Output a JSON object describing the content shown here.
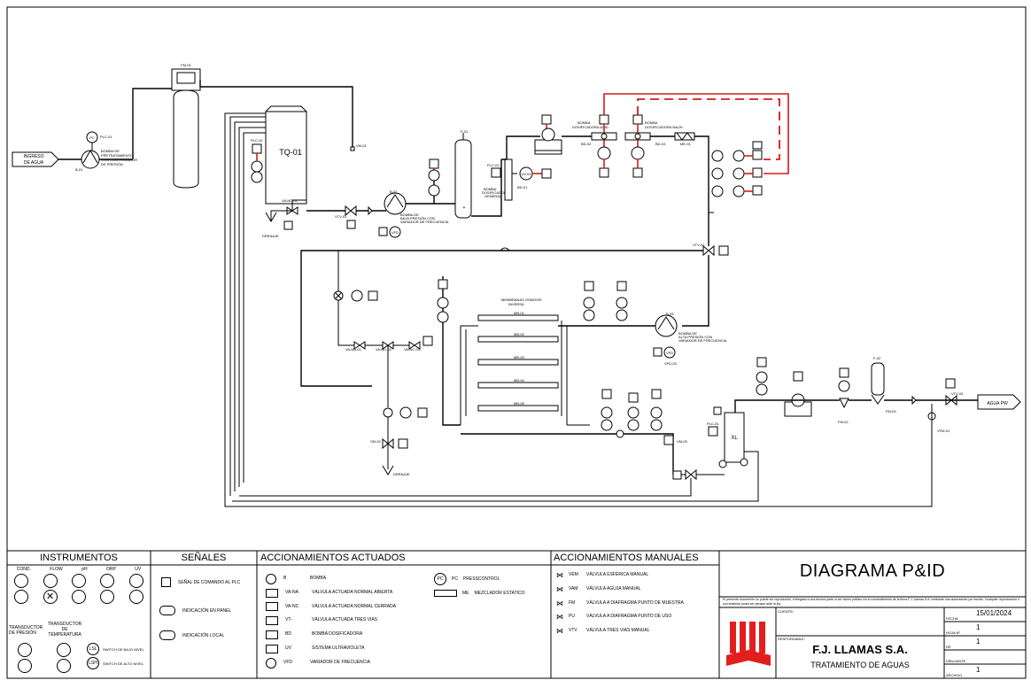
{
  "diagram": {
    "title": "DIAGRAMA P&ID",
    "inlet_label": [
      "INGRESO",
      "DE AGUA"
    ],
    "outlet_label": "AGUA PW",
    "tags": {
      "pc01": "PC",
      "pc01_plc": "PLC-01",
      "pump_b01": "B-01",
      "pump_b01_desc": [
        "BOMBA DE",
        "PRETRATAMIENTO",
        "CON CONTROLADOR",
        "DE PRESIÓN"
      ],
      "filter_fm01": "FM-01",
      "tank": "TQ-01",
      "tank_plc": "PLC-01",
      "tank_vm": "VM-01",
      "drain1": "DRENAJE",
      "drain2": "DRENAJE",
      "va_nc01": "VA-NC-01",
      "vtv01": "VTV-01",
      "b02": "B-02",
      "b02_desc": [
        "BOMBA DE",
        "BAJA PRESIÓN CON",
        "VARIADOR DE FRECUENCIA"
      ],
      "vfd": "VFD",
      "filter_f01": "F-01",
      "f01_plc": "PLC-01",
      "bd01": "BD-01",
      "bd01_desc": [
        "BOMBA",
        "DOSIFICADORA",
        "GENERAL"
      ],
      "uv": "UV-01",
      "bd_acid": [
        "BOMBA",
        "DOSIFICADORA ACID"
      ],
      "bd_naoh": [
        "BOMBA",
        "DOSIFICADORA NaOH"
      ],
      "bd02": "BD-02",
      "bd03": "BD-03",
      "me01": "ME-01",
      "vtv02": "VTV-02",
      "vm02": "VM-02",
      "membranes_title": [
        "MEMBRANAS OSMOSIS",
        "INVERSA"
      ],
      "membranes": [
        "MB-01",
        "MB-02",
        "MB-03",
        "MB-04",
        "MB-05"
      ],
      "b03": "B-03",
      "b03_desc": [
        "BOMBA DE",
        "ALTA PRESIÓN CON",
        "VARIADOR DE FRECUENCIA"
      ],
      "vfd03": "VFD-03",
      "va_na": [
        "VA-NA-01",
        "VA-NC-02",
        "VA-NC-03"
      ],
      "xl": "XL",
      "plc": "PLC-01",
      "fm02": "FM-02",
      "fm03": "FM-03",
      "vm04": "VM-04",
      "vtv03": "VTV-03",
      "vfm": "VFM-01",
      "vm03": "VM-03"
    }
  },
  "legend": {
    "instruments": {
      "heading": "INSTRUMENTOS",
      "columns": [
        "COND.",
        "FLOW",
        "pH",
        "ORP",
        "UV"
      ],
      "pressure_transducer": [
        "TRANSDUCTOR",
        "DE PRESIÓN"
      ],
      "temperature_transducer": [
        "TRANSDUCTOR",
        "DE",
        "TEMPERATURA"
      ],
      "low_level": "SWITCH DE BAJO NIVEL",
      "high_level": "SWITCH DE ALTO NIVEL",
      "lsl": "LSL",
      "lsh": "LSH"
    },
    "signals": {
      "heading": "SEÑALES",
      "items": [
        "SEÑAL DE COMANDO AL PLC",
        "INDICACIÓN EN PANEL",
        "INDICACIÓN LOCAL"
      ]
    },
    "actuated": {
      "heading": "ACCIONAMIENTOS ACTUADOS",
      "items": [
        {
          "code": "B",
          "label": "BOMBA"
        },
        {
          "code": "VA-NA",
          "label": "VÁLVULA ACTUADA NORMAL ABIERTA"
        },
        {
          "code": "VA-NC",
          "label": "VÁLVULA ACTUADA NORMAL CERRADA"
        },
        {
          "code": "VT-",
          "label": "VÁLVULA ACTUADA TRES VIAS"
        },
        {
          "code": "BD",
          "label": "BOMBA DOSIFICADORA"
        },
        {
          "code": "UV",
          "label": "SISTEMA ULTRAVIOLETA"
        },
        {
          "code": "VFD",
          "label": "VARIADOR DE FRECUENCIA"
        }
      ],
      "right_items": [
        {
          "code": "PC",
          "label": "PRESSCONTROL"
        },
        {
          "code": "ME",
          "label": "MEZCLADOR ESTATICO"
        }
      ]
    },
    "manual": {
      "heading": "ACCIONAMIENTOS MANUALES",
      "items": [
        {
          "code": "VEM",
          "label": "VÁLVULA ESFÉRICA MANUAL"
        },
        {
          "code": "VAM",
          "label": "VÁLVULA AGUJA MANUAL"
        },
        {
          "code": "FM",
          "label": "VÁLVULA A DIAFRAGMA PUNTO DE MUESTRA"
        },
        {
          "code": "PU",
          "label": "VÁLVULA A DIAFRAGMA PUNTO DE USO"
        },
        {
          "code": "VTV",
          "label": "VÁLVULA TRES VIAS MANUAL"
        }
      ]
    }
  },
  "title_block": {
    "title": "DIAGRAMA P&ID",
    "notice": "El presente documento no puede ser reproducido, entregado a una tercera parte ni ser hecho público sin el consentimiento de la firma F.J. Llamas S.A. mediante una autorización por escrito. Cualquier reproducción o uso indebido podrá ser penado ante la ley.",
    "client_label": "CLIENTE:",
    "responsible_label": "RESPONSABLE:",
    "company": "F.J. LLAMAS S.A.",
    "subtitle": "TRATAMIENTO DE AGUAS",
    "fields": [
      {
        "label": "FECHA",
        "value": "15/01/2024"
      },
      {
        "label": "HOJA Nº",
        "value": "1"
      },
      {
        "label": "DE",
        "value": "1"
      },
      {
        "label": "DIBUJANTE",
        "value": ""
      },
      {
        "label": "ARCHIVO",
        "value": "1"
      }
    ],
    "brand_color": "#e31e1e"
  }
}
